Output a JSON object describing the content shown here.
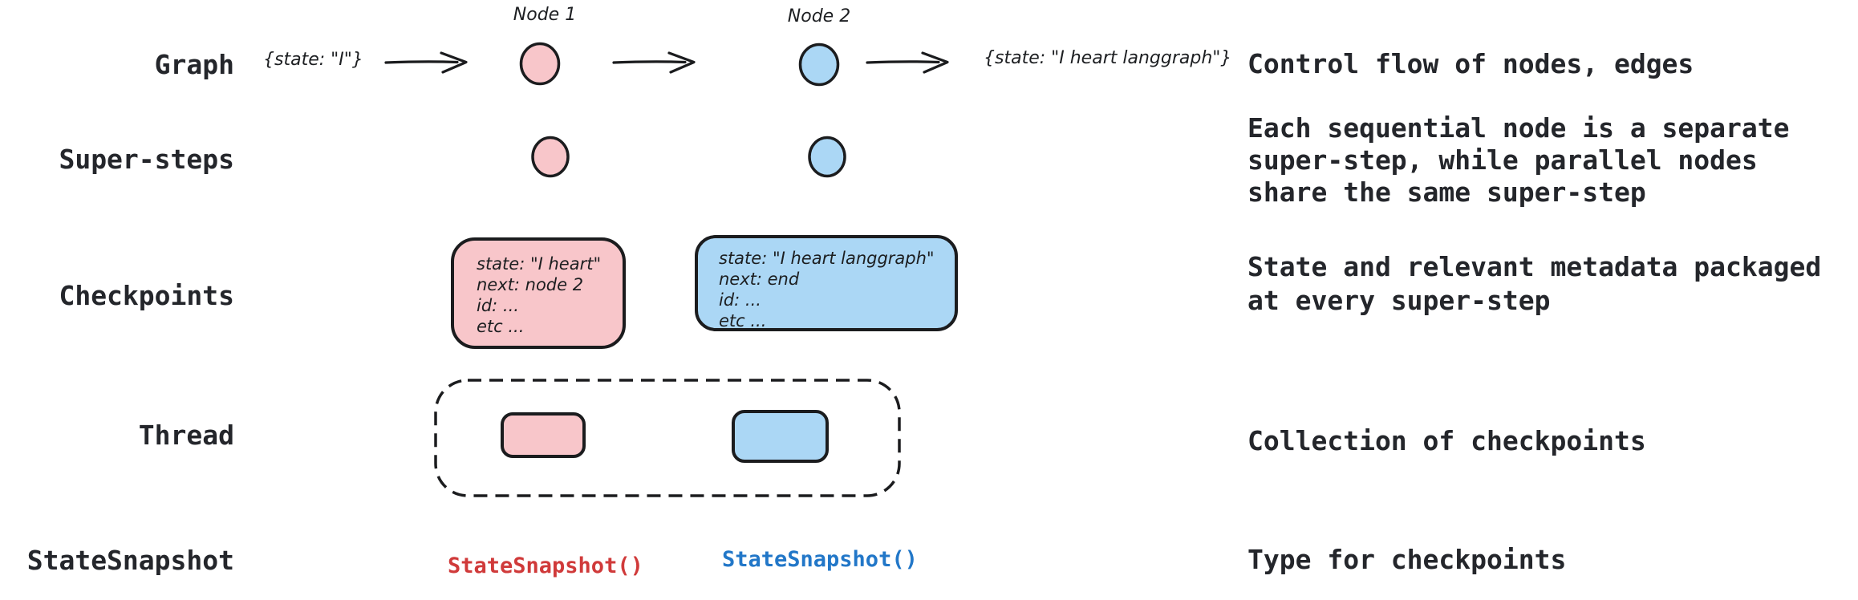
{
  "colors": {
    "background": "#ffffff",
    "ink": "#1b1c1e",
    "label_text": "#24262b",
    "node_pink": "#f8c6ca",
    "node_blue": "#abd7f5",
    "code_red": "#d03a3a",
    "code_blue": "#2277c8"
  },
  "graph": {
    "label": "Graph",
    "node1_title": "Node 1",
    "node2_title": "Node 2",
    "input_state": "{state: \"I\"}",
    "output_state": "{state: \"I heart langgraph\"}",
    "description": "Control flow of nodes, edges"
  },
  "super_steps": {
    "label": "Super-steps",
    "description_lines": [
      "Each sequential node is a separate",
      "super-step, while parallel nodes",
      "share the same super-step"
    ]
  },
  "checkpoints": {
    "label": "Checkpoints",
    "pink_card_lines": [
      "state: \"I heart\"",
      "next: node 2",
      "id: ...",
      "etc ..."
    ],
    "blue_card_lines": [
      "state: \"I heart langgraph\"",
      "next: end",
      "id: ...",
      "etc ..."
    ],
    "description_lines": [
      "State and relevant metadata packaged",
      "at every super-step"
    ]
  },
  "thread": {
    "label": "Thread",
    "description": "Collection of checkpoints"
  },
  "state_snapshot": {
    "label": "StateSnapshot",
    "pink_code": "StateSnapshot()",
    "blue_code": "StateSnapshot()",
    "description": "Type for checkpoints"
  }
}
